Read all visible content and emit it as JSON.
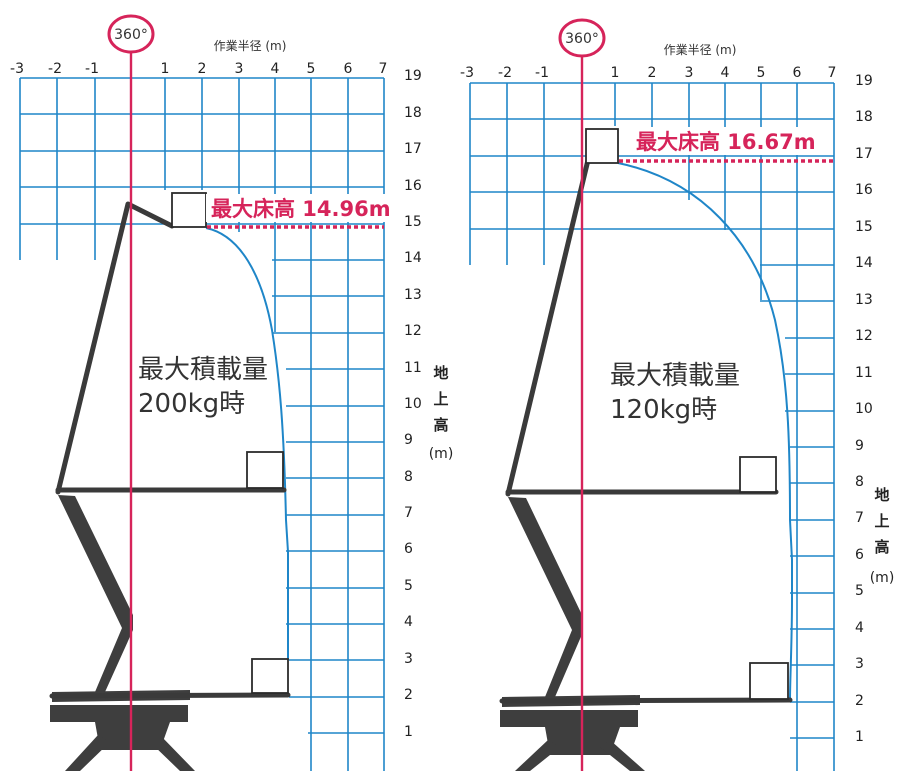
{
  "panels": [
    {
      "rotation_badge": "360°",
      "x_axis_title": "作業半径 (m)",
      "x_ticks": [
        "-3",
        "-2",
        "-1",
        "1",
        "2",
        "3",
        "4",
        "5",
        "6",
        "7"
      ],
      "y_ticks": [
        "19",
        "18",
        "17",
        "16",
        "15",
        "14",
        "13",
        "12",
        "11",
        "10",
        "9",
        "8",
        "7",
        "6",
        "5",
        "4",
        "3",
        "2",
        "1"
      ],
      "y_axis_title_chars": [
        "地",
        "上",
        "高"
      ],
      "y_axis_unit": "(m)",
      "max_floor_label": "最大床高 14.96m",
      "max_floor_height": 14.96,
      "load_line1": "最大積載量",
      "load_line2": "200kg時",
      "max_load_kg": 200
    },
    {
      "rotation_badge": "360°",
      "x_axis_title": "作業半径 (m)",
      "x_ticks": [
        "-3",
        "-2",
        "-1",
        "1",
        "2",
        "3",
        "4",
        "5",
        "6",
        "7"
      ],
      "y_ticks": [
        "19",
        "18",
        "17",
        "16",
        "15",
        "14",
        "13",
        "12",
        "11",
        "10",
        "9",
        "8",
        "7",
        "6",
        "5",
        "4",
        "3",
        "2",
        "1"
      ],
      "y_axis_title_chars": [
        "地",
        "上",
        "高"
      ],
      "y_axis_unit": "(m)",
      "max_floor_label": "最大床高 16.67m",
      "max_floor_height": 16.67,
      "load_line1": "最大積載量",
      "load_line2": "120kg時",
      "max_load_kg": 120
    }
  ],
  "colors": {
    "grid": "#1f86c8",
    "accent": "#d6245a",
    "machine": "#3e3e3e"
  }
}
